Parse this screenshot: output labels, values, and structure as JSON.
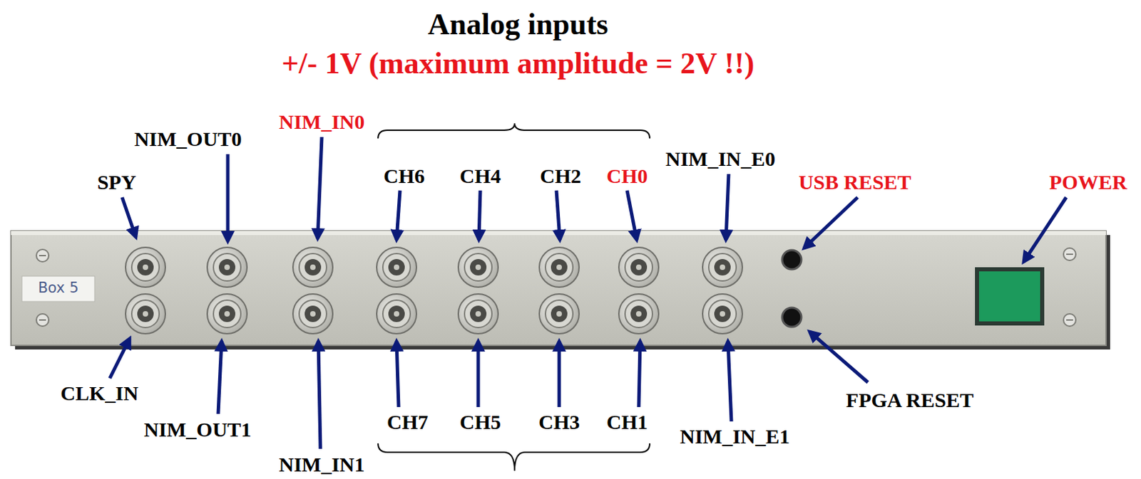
{
  "diagram": {
    "title": "Analog inputs",
    "labels": [
      "+/- 1V (maximum amplitude = 2V !!)",
      "SPY",
      "NIM_OUT0",
      "NIM_IN0",
      "CH6",
      "CH4",
      "CH2",
      "CH0",
      "NIM_IN_E0",
      "USB RESET",
      "POWER",
      "Box 5",
      "CLK_IN",
      "NIM_OUT1",
      "NIM_IN1",
      "CH7",
      "CH5",
      "CH3",
      "CH1",
      "NIM_IN_E1",
      "FPGA RESET"
    ]
  }
}
